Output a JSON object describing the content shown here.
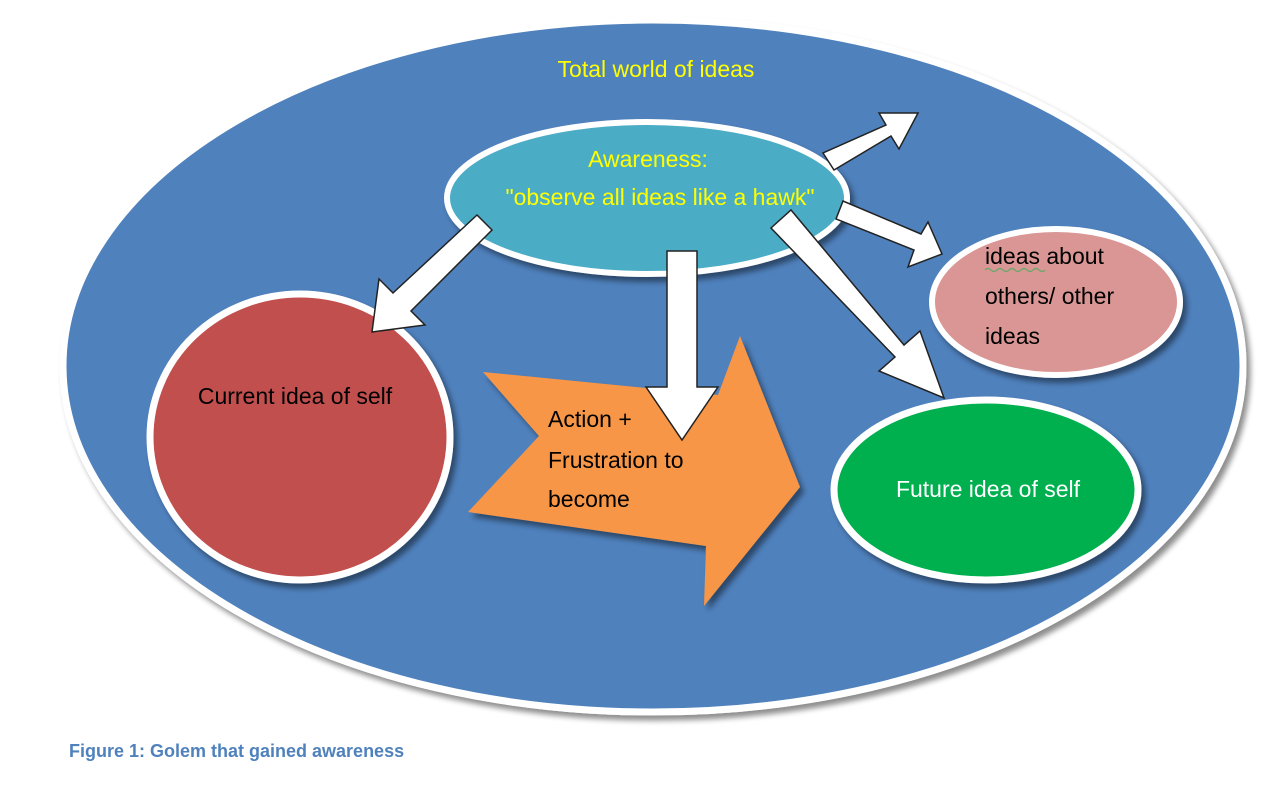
{
  "diagram": {
    "outer_label": "Total world of ideas",
    "awareness": {
      "title": "Awareness:",
      "subtitle": "\"observe all ideas like a hawk\""
    },
    "current_self": "Current idea of self",
    "others": {
      "line1": "ideas about",
      "line2": "others/ other",
      "line3": "ideas"
    },
    "future_self": "Future idea of self",
    "action": {
      "line1": "Action +",
      "line2": "Frustration to",
      "line3": "become"
    }
  },
  "caption": "Figure 1: Golem that gained awareness",
  "colors": {
    "outer": "#4f81bd",
    "awareness": "#4bacc6",
    "current_self": "#c0504d",
    "others": "#d99694",
    "future_self": "#00b050",
    "action": "#f79646",
    "yellow_text": "#ffff00",
    "caption": "#4f81bd"
  }
}
